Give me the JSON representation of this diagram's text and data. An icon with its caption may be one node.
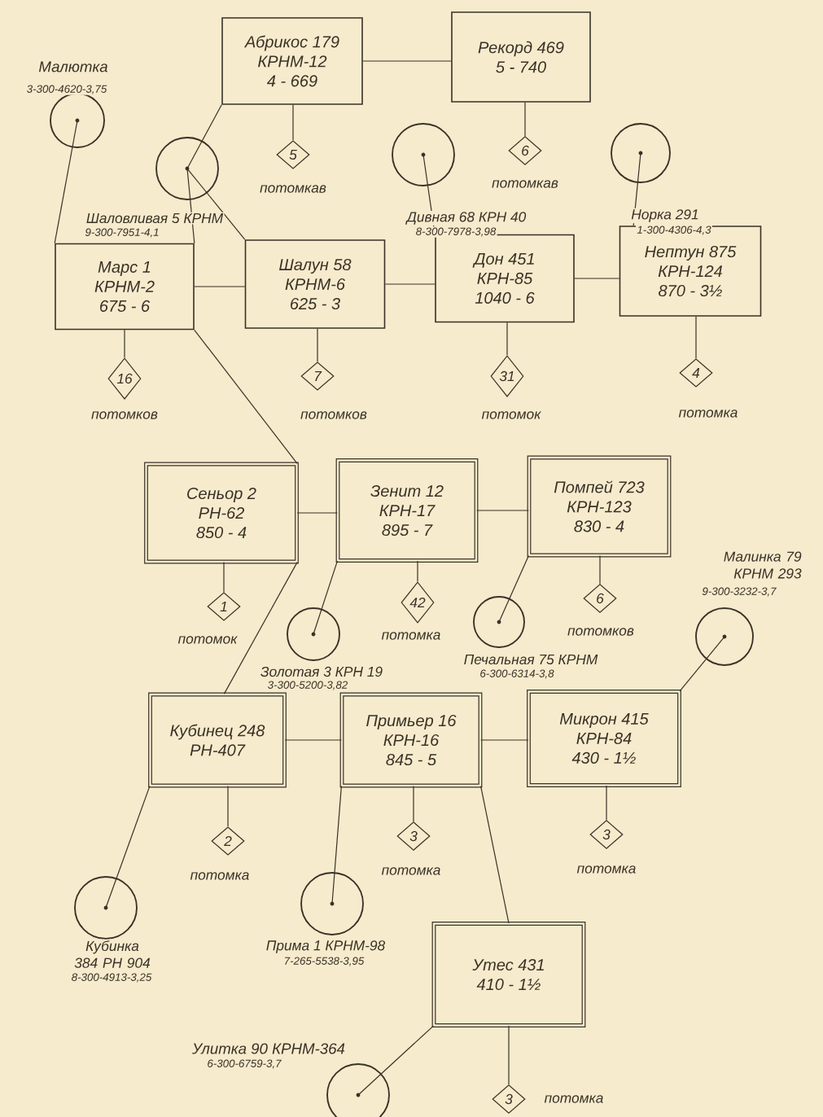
{
  "diagram": {
    "nodes": [
      {
        "text": [],
        "shape": "circle",
        "beside": [
          "Малютка",
          "3-300-4620-3,75"
        ]
      },
      {
        "text": [
          "Абрикос 179",
          "КРНМ-12",
          "4 - 669"
        ]
      },
      {
        "text": [
          "Рекорд 469",
          "5 - 740"
        ]
      },
      {
        "text": [],
        "shape": "circle",
        "beside": [
          "Шаловливая 5 КРНМ",
          "9-300-7951-4,1"
        ]
      },
      {
        "text": [
          "5"
        ],
        "beside": [
          "потомкав"
        ]
      },
      {
        "text": [],
        "shape": "circle",
        "beside": [
          "Дивная 68 КРН 40",
          "8-300-7978-3,98"
        ]
      },
      {
        "text": [
          "6"
        ],
        "beside": [
          "потомкав"
        ]
      },
      {
        "text": [],
        "shape": "circle",
        "beside": [
          "Норка 291",
          "1-300-4306-4,3"
        ]
      },
      {
        "text": [
          "Марс 1",
          "КРНМ-2",
          "675 - 6"
        ]
      },
      {
        "text": [
          "Шалун 58",
          "КРНМ-6",
          "625 - 3"
        ]
      },
      {
        "text": [
          "Дон 451",
          "КРН-85",
          "1040 - 6"
        ]
      },
      {
        "text": [
          "Нептун 875",
          "КРН-124",
          "870 - 3½"
        ]
      },
      {
        "text": [
          "16"
        ],
        "beside": [
          "потомков"
        ]
      },
      {
        "text": [
          "7"
        ],
        "beside": [
          "потомков"
        ]
      },
      {
        "text": [
          "31"
        ],
        "beside": [
          "потомок"
        ]
      },
      {
        "text": [
          "4"
        ],
        "beside": [
          "потомка"
        ]
      },
      {
        "text": [
          "Сеньор 2",
          "РН-62",
          "850 - 4"
        ]
      },
      {
        "text": [
          "Зенит 12",
          "КРН-17",
          "895 - 7"
        ]
      },
      {
        "text": [
          "Помпей 723",
          "КРН-123",
          "830 - 4"
        ]
      },
      {
        "text": [
          "1"
        ],
        "beside": [
          "потомок"
        ]
      },
      {
        "text": [
          "42"
        ],
        "beside": [
          "потомка"
        ]
      },
      {
        "text": [
          "6"
        ],
        "beside": [
          "потомков"
        ]
      },
      {
        "text": [],
        "shape": "circle",
        "beside": [
          "Золотая 3 КРН 19",
          "3-300-5200-3,82"
        ]
      },
      {
        "text": [],
        "shape": "circle",
        "beside": [
          "Печальная 75 КРНМ",
          "6-300-6314-3,8"
        ]
      },
      {
        "text": [],
        "shape": "circle",
        "beside": [
          "Малинка 79 КРНМ 293",
          "9-300-3232-3,7"
        ]
      },
      {
        "text": [
          "Кубинец 248",
          "РН-407"
        ]
      },
      {
        "text": [
          "Примьер 16",
          "КРН-16",
          "845 - 5"
        ]
      },
      {
        "text": [
          "Микрон 415",
          "КРН-84",
          "430 - 1½"
        ]
      },
      {
        "text": [
          "2"
        ],
        "beside": [
          "потомка"
        ]
      },
      {
        "text": [
          "3"
        ],
        "beside": [
          "потомка"
        ]
      },
      {
        "text": [
          "3"
        ],
        "beside": [
          "потомка"
        ]
      },
      {
        "text": [],
        "shape": "circle",
        "beside": [
          "Кубинка 384 РН 904",
          "8-300-4913-3,25"
        ]
      },
      {
        "text": [],
        "shape": "circle",
        "beside": [
          "Прима 1 КРНМ-98",
          "7-265-5538-3,95"
        ]
      },
      {
        "text": [
          "Утес 431",
          "410 - 1½"
        ]
      },
      {
        "text": [],
        "shape": "circle",
        "beside": [
          "Улитка 90 КРНМ-364",
          "6-300-6759-3,7"
        ]
      },
      {
        "text": [
          "3"
        ],
        "beside": [
          "потомка"
        ]
      }
    ],
    "edges": [
      {
        "from": 1,
        "to": 2,
        "arrow": "none"
      },
      {
        "from": 1,
        "to": 3,
        "arrow": "none"
      },
      {
        "from": 3,
        "to": 8,
        "arrow": "none"
      },
      {
        "from": 3,
        "to": 9,
        "arrow": "none"
      },
      {
        "from": 0,
        "to": 8,
        "arrow": "none"
      },
      {
        "from": 1,
        "to": 4,
        "arrow": "none"
      },
      {
        "from": 2,
        "to": 6,
        "arrow": "none"
      },
      {
        "from": 5,
        "to": 10,
        "arrow": "none"
      },
      {
        "from": 7,
        "to": 11,
        "arrow": "none"
      },
      {
        "from": 8,
        "to": 9,
        "arrow": "none"
      },
      {
        "from": 9,
        "to": 10,
        "arrow": "none"
      },
      {
        "from": 10,
        "to": 11,
        "arrow": "none"
      },
      {
        "from": 8,
        "to": 12,
        "arrow": "none"
      },
      {
        "from": 9,
        "to": 13,
        "arrow": "none"
      },
      {
        "from": 10,
        "to": 14,
        "arrow": "none"
      },
      {
        "from": 11,
        "to": 15,
        "arrow": "none"
      },
      {
        "from": 8,
        "to": 16,
        "arrow": "none"
      },
      {
        "from": 16,
        "to": 17,
        "arrow": "none"
      },
      {
        "from": 17,
        "to": 18,
        "arrow": "none"
      },
      {
        "from": 16,
        "to": 19,
        "arrow": "none"
      },
      {
        "from": 17,
        "to": 20,
        "arrow": "none"
      },
      {
        "from": 18,
        "to": 21,
        "arrow": "none"
      },
      {
        "from": 17,
        "to": 22,
        "arrow": "none"
      },
      {
        "from": 18,
        "to": 23,
        "arrow": "none"
      },
      {
        "from": 24,
        "to": 27,
        "arrow": "none"
      },
      {
        "from": 16,
        "to": 25,
        "arrow": "none"
      },
      {
        "from": 25,
        "to": 26,
        "arrow": "none"
      },
      {
        "from": 26,
        "to": 27,
        "arrow": "none"
      },
      {
        "from": 25,
        "to": 28,
        "arrow": "none"
      },
      {
        "from": 26,
        "to": 29,
        "arrow": "none"
      },
      {
        "from": 27,
        "to": 30,
        "arrow": "none"
      },
      {
        "from": 25,
        "to": 31,
        "arrow": "none"
      },
      {
        "from": 26,
        "to": 32,
        "arrow": "none"
      },
      {
        "from": 26,
        "to": 33,
        "arrow": "none"
      },
      {
        "from": 33,
        "to": 34,
        "arrow": "none"
      },
      {
        "from": 33,
        "to": 35,
        "arrow": "none"
      }
    ]
  }
}
